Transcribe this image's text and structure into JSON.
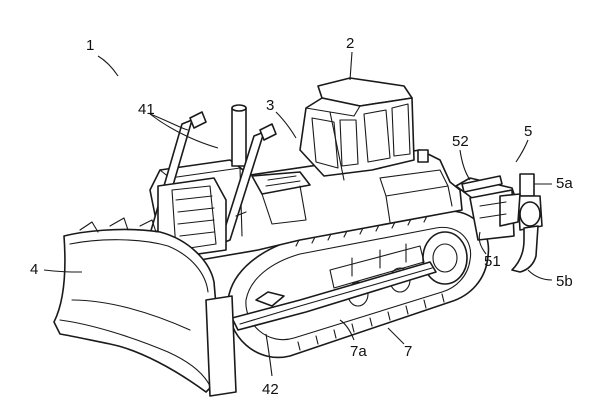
{
  "labels": {
    "machine": "1",
    "cab": "2",
    "body": "3",
    "blade": "4",
    "ripper": "5",
    "ripper_shank_top": "5a",
    "ripper_tip": "5b",
    "track": "7",
    "track_lower": "7a",
    "lift_cylinder": "41",
    "blade_arm": "42",
    "ripper_cylinder": "51",
    "ripper_cylinder_rod": "52"
  }
}
